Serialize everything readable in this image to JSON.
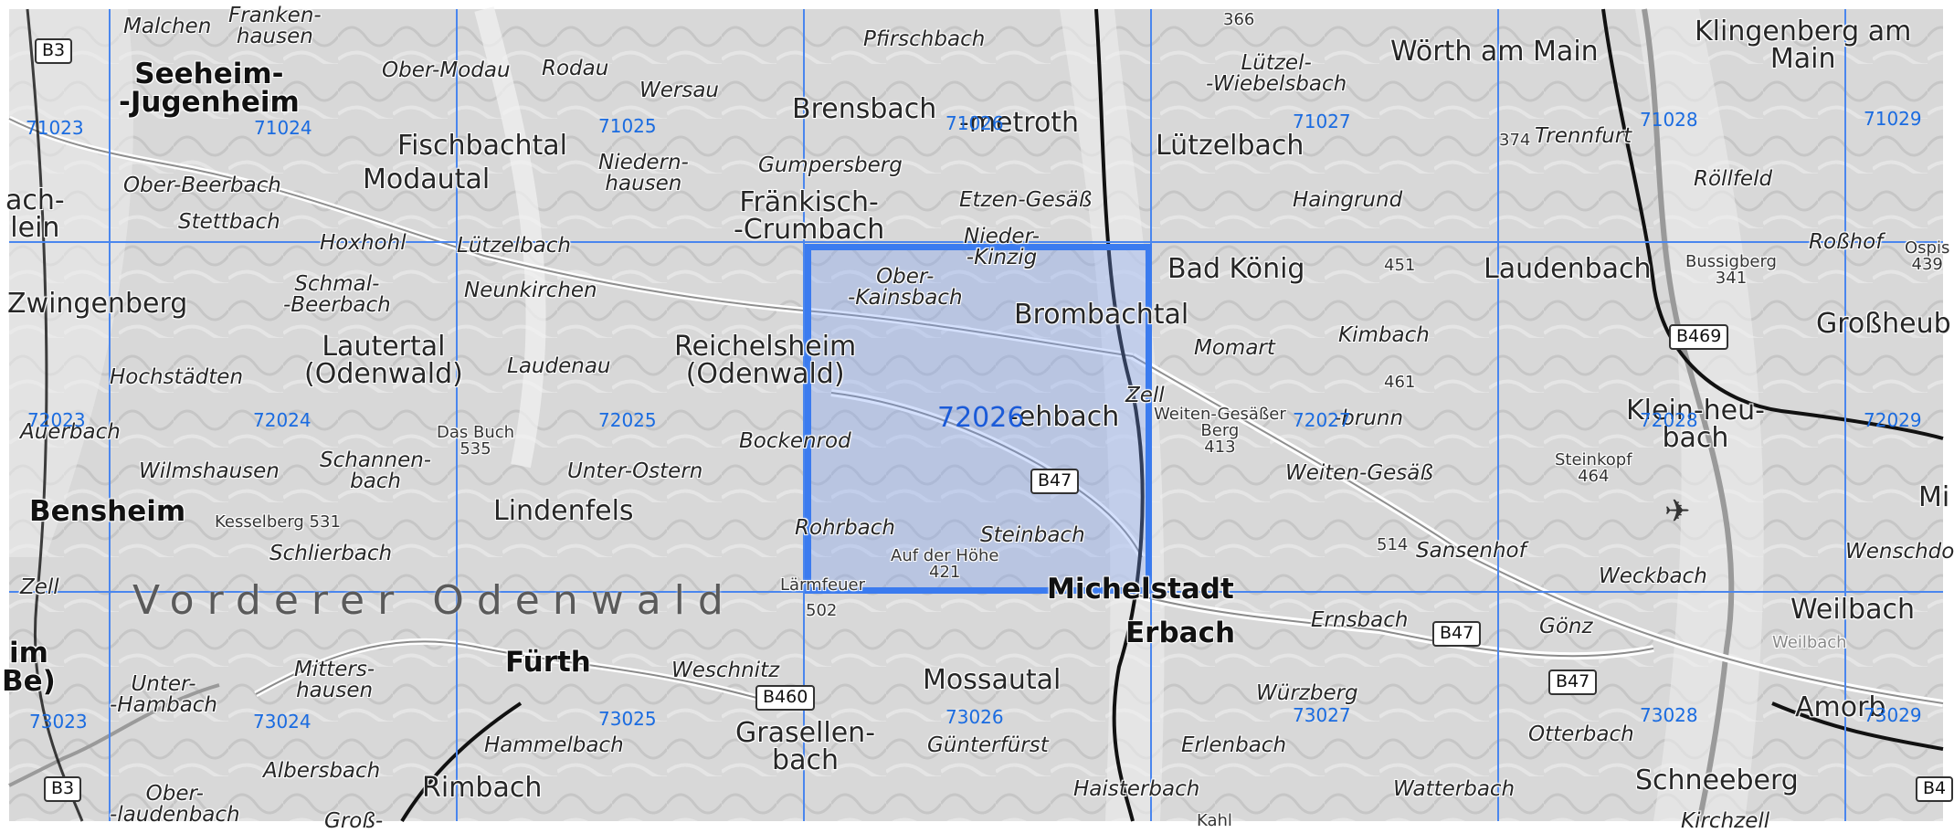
{
  "map": {
    "selected_tile": "72026",
    "tiles": [
      {
        "id": "71023"
      },
      {
        "id": "71024"
      },
      {
        "id": "71025"
      },
      {
        "id": "71026"
      },
      {
        "id": "71027"
      },
      {
        "id": "71028"
      },
      {
        "id": "71029"
      },
      {
        "id": "72023"
      },
      {
        "id": "72024"
      },
      {
        "id": "72025"
      },
      {
        "id": "72026"
      },
      {
        "id": "72027"
      },
      {
        "id": "72028"
      },
      {
        "id": "72029"
      },
      {
        "id": "73023"
      },
      {
        "id": "73024"
      },
      {
        "id": "73025"
      },
      {
        "id": "73026"
      },
      {
        "id": "73027"
      },
      {
        "id": "73028"
      },
      {
        "id": "73029"
      }
    ],
    "region_label": "Vorderer Odenwald",
    "roads": [
      "B3",
      "B3",
      "B460",
      "B47",
      "B47",
      "B47",
      "B469",
      "B4"
    ],
    "places": [
      "Malchen",
      "Franken-\nhausen",
      "Ober-Modau",
      "Rodau",
      "Wersau",
      "Pfirschbach",
      "366",
      "Lützel-\n-Wiebelsbach",
      "Wörth am Main",
      "Klingenberg am\nMain",
      "Seeheim-\n-Jugenheim",
      "Fischbachtal",
      "Niedern-\nhausen",
      "Brensbach",
      "-metroth",
      "Lützelbach",
      "374",
      "Trennfurt",
      "Röllfeld",
      "ach-\nlein",
      "Ober-Beerbach",
      "Modautal",
      "Gumpersberg",
      "Fränkisch-\n-Crumbach",
      "Etzen-Gesäß",
      "Haingrund",
      "Stettbach",
      "Hoxhohl",
      "Lützelbach",
      "Nieder-\n-Kinzig",
      "Roßhof",
      "Ospis\n439",
      "Zwingenberg",
      "Schmal-\n-Beerbach",
      "Neunkirchen",
      "Ober-\n-Kainsbach",
      "Brombachtal",
      "Bad König",
      "451",
      "Laudenbach",
      "Bussigberg\n341",
      "Großheub",
      "Lautertal\n(Odenwald)",
      "Reichelsheim\n(Odenwald)",
      "Momart",
      "Kimbach",
      "B469",
      "Hochstädten",
      "Laudenau",
      "Zell",
      "461",
      "Auerbach",
      "Das Buch\n535",
      "-ehbach",
      "Weiten-Gesäßer\nBerg\n413",
      "-brunn",
      "Klein-heu-\nbach",
      "Wilmshausen",
      "Schannen-\nbach",
      "Unter-Ostern",
      "Bockenrod",
      "Weiten-Gesäß",
      "Steinkopf\n464",
      "Mi",
      "Bensheim",
      "Kesselberg\n531",
      "Lindenfels",
      "Rohrbach",
      "Steinbach",
      "514",
      "Sansenhof",
      "Weckbach",
      "Wenschdo",
      "Zell",
      "Schlierbach",
      "Auf der Höhe\n421",
      "Lärmfeuer",
      "Michelstadt",
      "Weilbach",
      "Weilbach",
      "502",
      "Ernsbach",
      "Gönz",
      "Erbach",
      "im\nBe)",
      "Unter-\n-Hambach",
      "Mitters-\nhausen",
      "Fürth",
      "Weschnitz",
      "Mossautal",
      "Würzberg",
      "Amorb",
      "Hammelbach",
      "Grasellen-\nbach",
      "Günterfürst",
      "Otterbach",
      "Erlenbach",
      "Ober-\n-laudenbach",
      "Albersbach",
      "Rimbach",
      "Haisterbach",
      "Watterbach",
      "Schneeberg",
      "Kirchzell",
      "Groß-",
      "Kahl"
    ]
  }
}
